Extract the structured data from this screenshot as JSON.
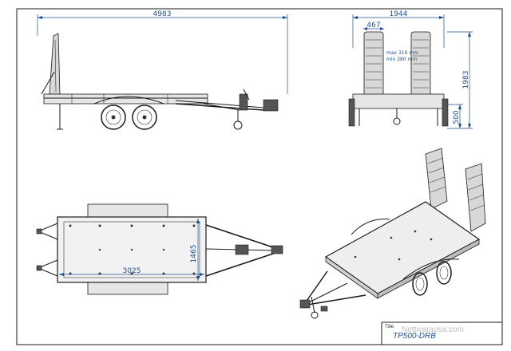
{
  "dimensions": {
    "overall_length": "4983",
    "overall_width": "1944",
    "ramp_spacing": "467",
    "ramp_height": "1983",
    "deck_height": "500",
    "deck_width": "1465",
    "deck_length": "3025",
    "ramp_note_max": "max 310 mm",
    "ramp_note_min": "min 280 mm"
  },
  "title_block": {
    "label": "Title",
    "value": "TP500-DRB"
  },
  "watermark": "Nettivaraosa.com",
  "colors": {
    "dimension": "#1f4e8c",
    "line": "#1a1a1a"
  }
}
